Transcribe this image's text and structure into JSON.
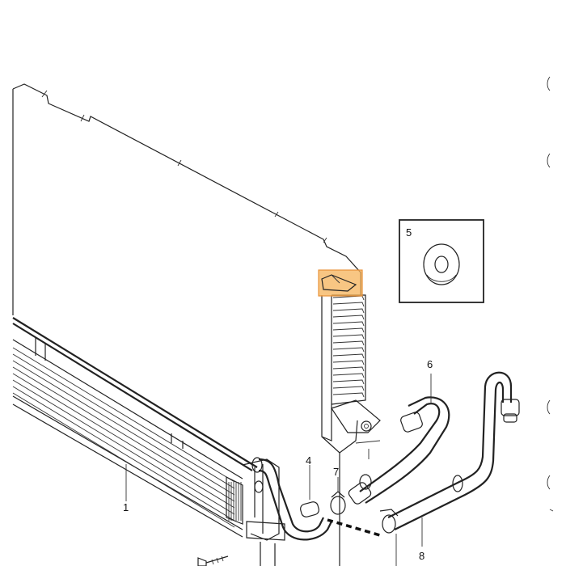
{
  "callouts": {
    "c1": "1",
    "c4": "4",
    "c5": "5",
    "c6": "6",
    "c7": "7",
    "c8": "8"
  },
  "colors": {
    "line": "#222222",
    "highlight_fill": "#f5b35a",
    "highlight_stroke": "#e8923a",
    "background": "#ffffff"
  },
  "icons": {
    "washer": "washer-icon",
    "bolt": "bolt-icon",
    "clamp": "hose-clamp-icon"
  }
}
